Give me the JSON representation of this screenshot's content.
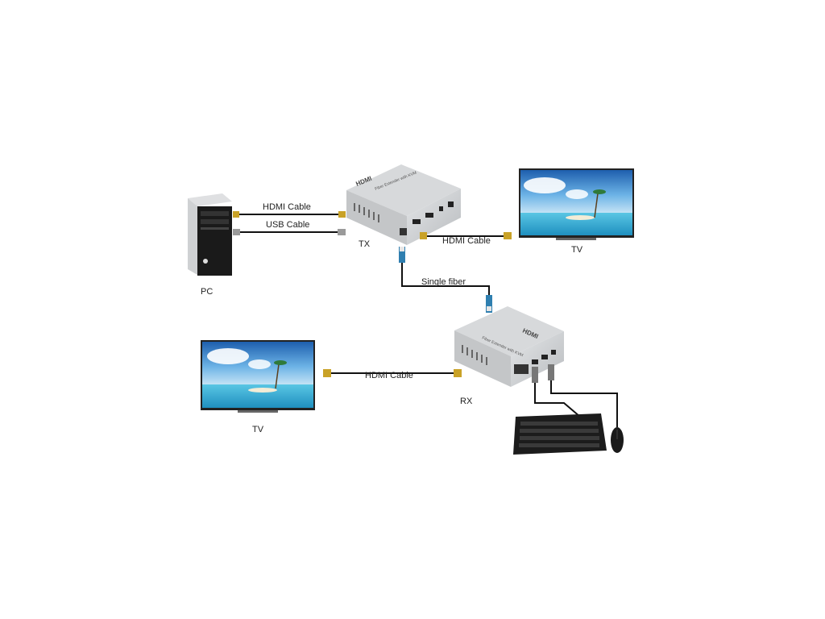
{
  "labels": {
    "pc": "PC",
    "tx": "TX",
    "rx": "RX",
    "tv_top": "TV",
    "tv_bottom": "TV"
  },
  "cables": {
    "pc_hdmi": "HDMI Cable",
    "pc_usb": "USB Cable",
    "tx_hdmi": "HDMI Cable",
    "fiber": "Single fiber",
    "rx_hdmi": "HDMI Cable"
  },
  "device_text": {
    "tx_brand": "HDMI",
    "tx_model": "Fiber Extender with KVM",
    "rx_brand": "HDMI",
    "rx_model": "Fiber Extender with KVM"
  },
  "colors": {
    "box": "#c9cbce",
    "box_top": "#dfe1e3",
    "cable": "#111111",
    "tv_sky": "#2f7fc8",
    "tv_sea": "#3fb6d8"
  }
}
